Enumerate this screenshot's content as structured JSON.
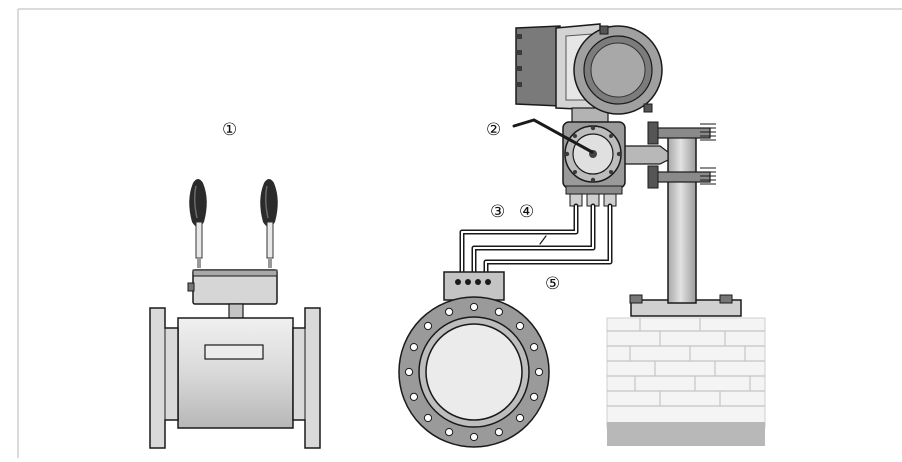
{
  "callouts": {
    "c1": "①",
    "c2": "②",
    "c3": "③",
    "c4": "④",
    "c5": "⑤"
  },
  "icons": {
    "screwdriver": "screwdriver-icon",
    "flowmeter": "flowmeter-sensor-icon",
    "converter": "signal-converter-icon",
    "pipe": "pipe-flange-icon",
    "wall": "brick-wall-icon"
  },
  "colors": {
    "frame": "#cfcfcf",
    "metal_light": "#e6e6e6",
    "metal_mid": "#bfbfbf",
    "metal_dark": "#8a8a8a",
    "outline": "#1a1a1a",
    "flange": "#9a9a9a"
  }
}
